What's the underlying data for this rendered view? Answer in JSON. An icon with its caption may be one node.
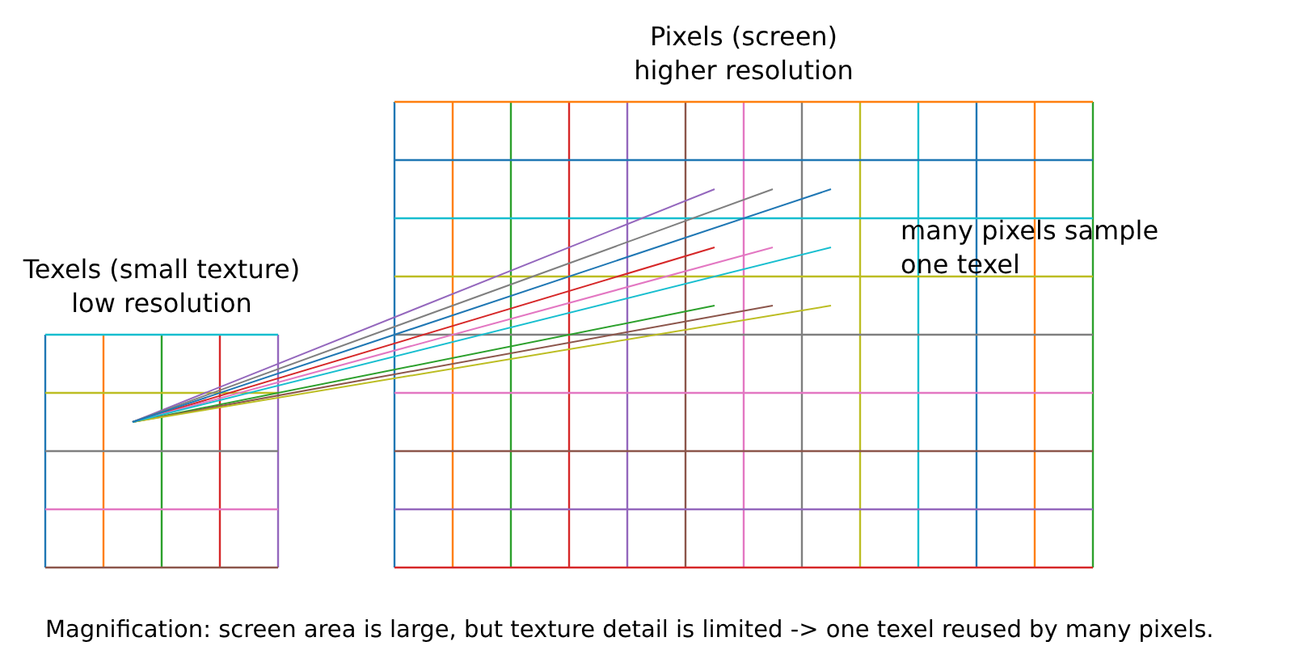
{
  "diagram": {
    "caption": "Magnification: screen area is large, but texture detail is limited -> one texel reused by many pixels.",
    "nodes": [
      {
        "text": [
          "Texels (small texture) low resolution"
        ]
      },
      {
        "text": [
          "Pixels (screen) higher resolution"
        ]
      }
    ],
    "labels": [
      "many pixels sample one texel"
    ]
  }
}
